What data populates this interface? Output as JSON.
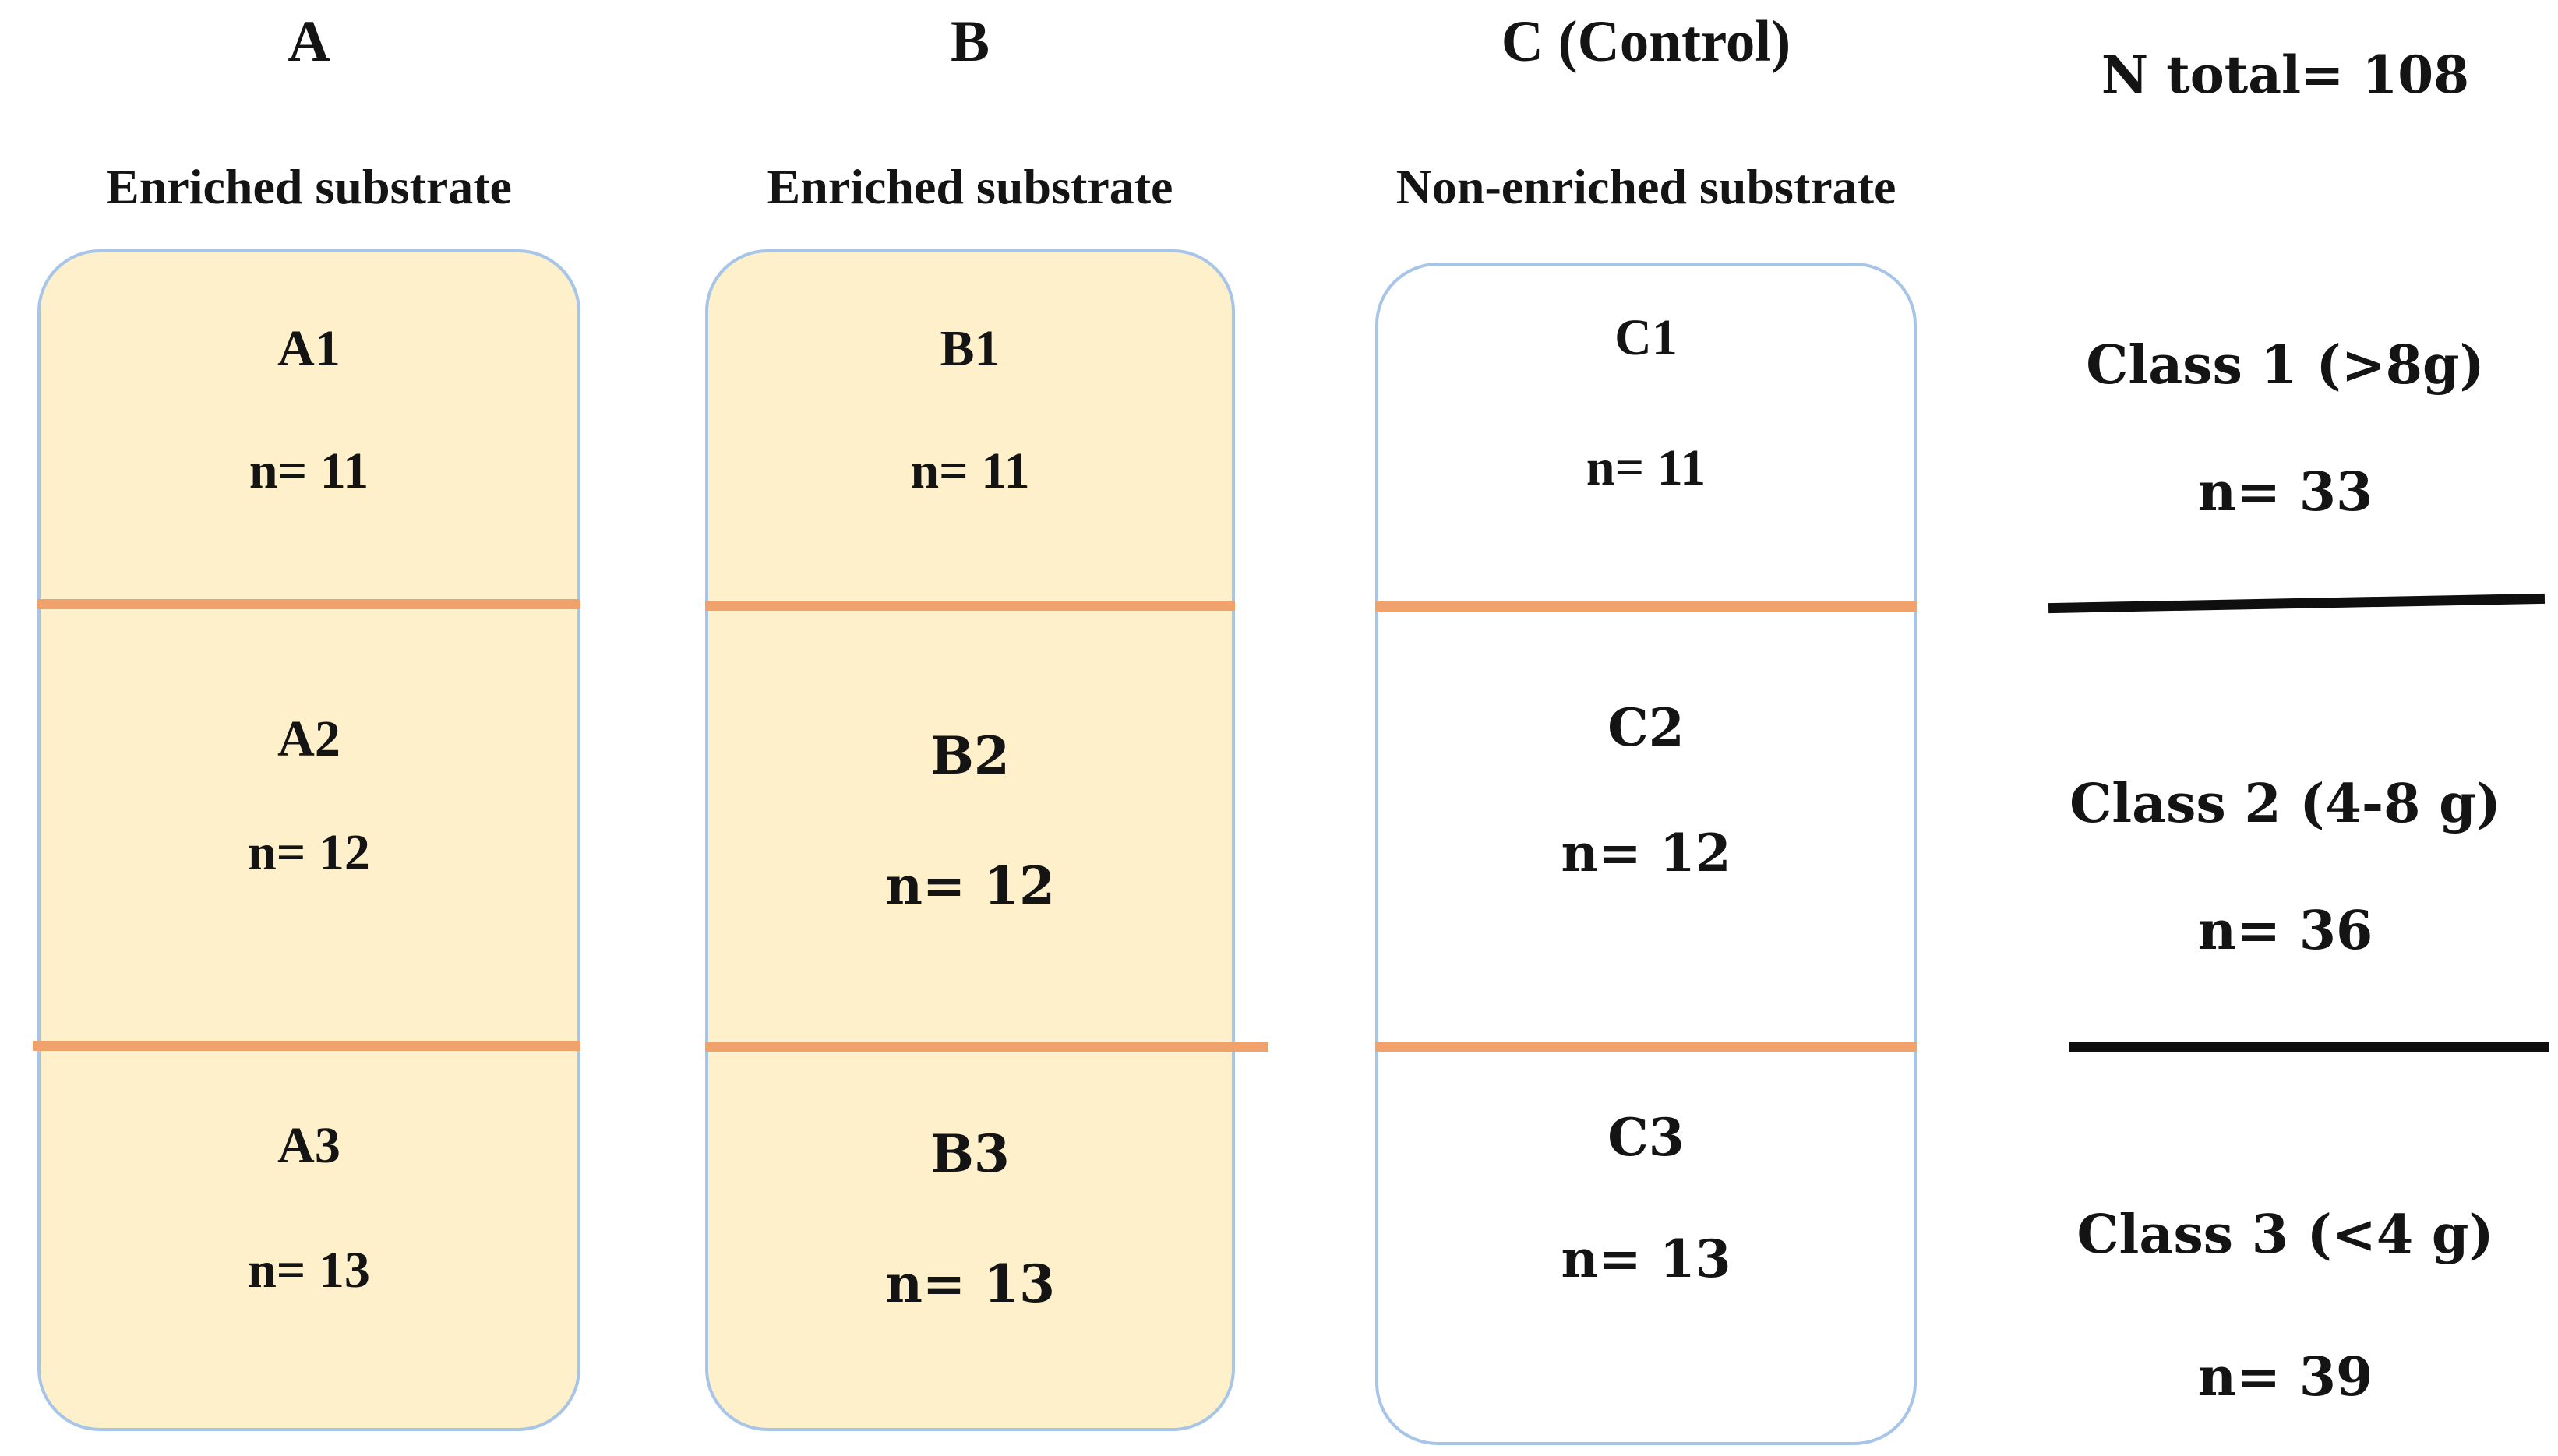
{
  "groups": [
    {
      "header": "A",
      "substrate": "Enriched substrate",
      "cells": [
        {
          "label": "A1",
          "n": "n= 11"
        },
        {
          "label": "A2",
          "n": "n= 12"
        },
        {
          "label": "A3",
          "n": "n= 13"
        }
      ]
    },
    {
      "header": "B",
      "substrate": "Enriched substrate",
      "cells": [
        {
          "label": "B1",
          "n": "n= 11"
        },
        {
          "label": "B2",
          "n": "n= 12"
        },
        {
          "label": "B3",
          "n": "n= 13"
        }
      ]
    },
    {
      "header": "C (Control)",
      "substrate": "Non-enriched substrate",
      "cells": [
        {
          "label": "C1",
          "n": "n= 11"
        },
        {
          "label": "C2",
          "n": "n= 12"
        },
        {
          "label": "C3",
          "n": "n= 13"
        }
      ]
    }
  ],
  "right_panel": {
    "total": "N total= 108",
    "classes": [
      {
        "label": "Class 1 (>8g)",
        "n": "n= 33"
      },
      {
        "label": "Class 2 (4-8 g)",
        "n": "n= 36"
      },
      {
        "label": "Class 3 (<4 g)",
        "n": "n= 39"
      }
    ]
  },
  "colors": {
    "box_fill": "#fdf0ca",
    "box_border": "#a6c5e8",
    "divider": "#f0a26d",
    "line": "#0f0f0f"
  }
}
